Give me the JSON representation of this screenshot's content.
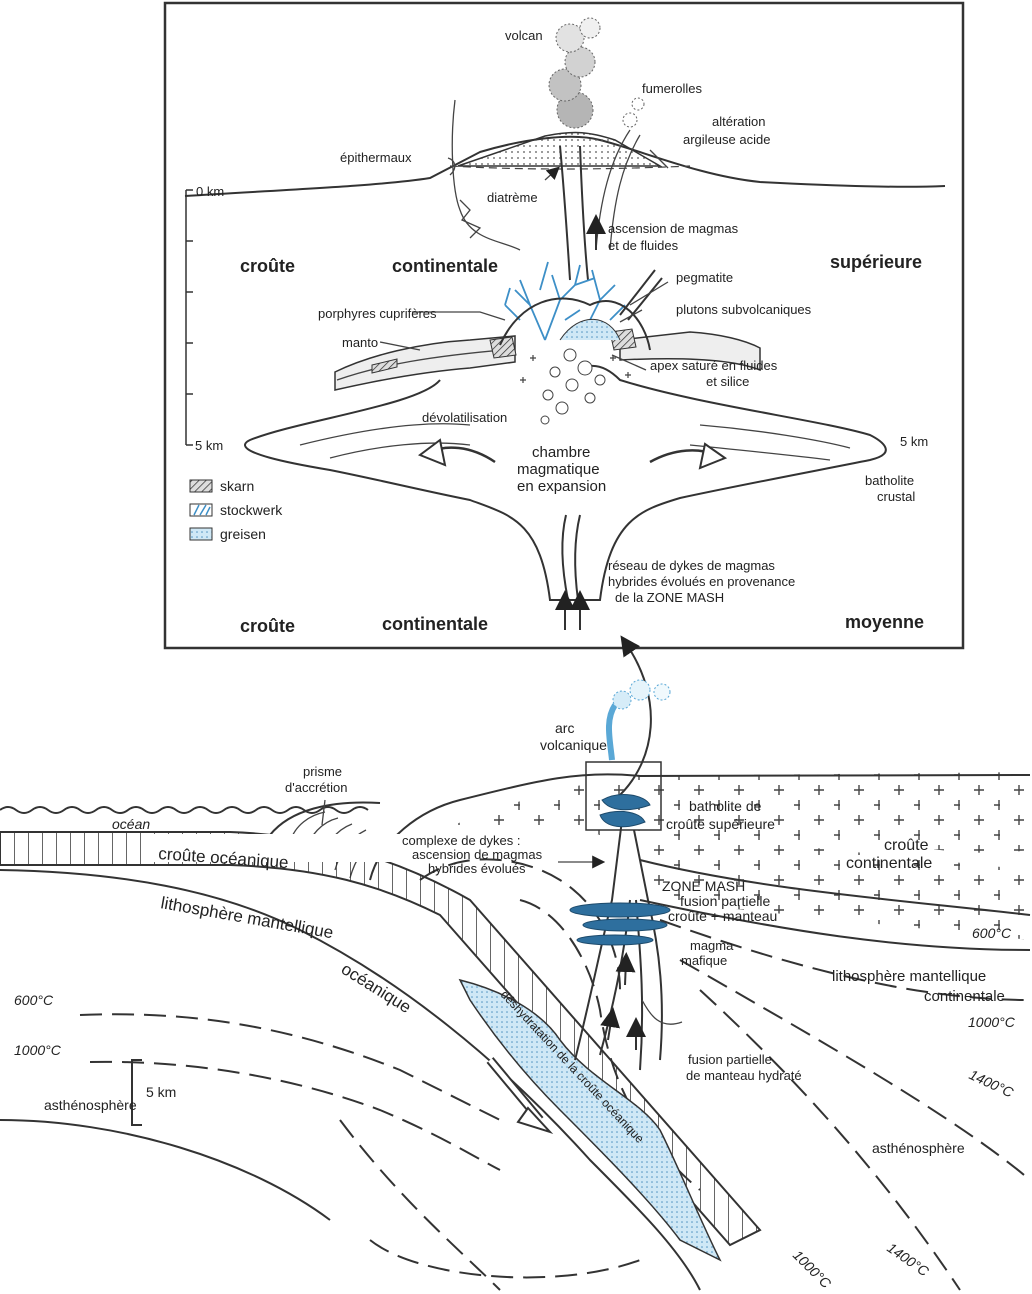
{
  "inset": {
    "labels": {
      "volcan": "volcan",
      "fumerolles": "fumerolles",
      "alteration1": "altération",
      "alteration2": "argileuse acide",
      "epithermaux": "épithermaux",
      "zero_km": "0 km",
      "diatreme": "diatrème",
      "ascension1": "ascension de magmas",
      "ascension2": "et de fluides",
      "croute": "croûte",
      "continentale": "continentale",
      "superieure": "supérieure",
      "pegmatite": "pegmatite",
      "porphyres": "porphyres cuprifères",
      "plutons": "plutons subvolcaniques",
      "manto": "manto",
      "apex1": "apex saturé en fluides",
      "apex2": "et silice",
      "devolatilisation": "dévolatilisation",
      "five_km_left": "5 km",
      "five_km_right": "5 km",
      "chambre1": "chambre",
      "chambre2": "magmatique",
      "chambre3": "en expansion",
      "batholite1": "batholite",
      "batholite2": "crustal",
      "reseau1": "réseau de dykes de magmas",
      "reseau2": "hybrides évolués en provenance",
      "reseau3": "de la ZONE MASH",
      "croute_b": "croûte",
      "continentale_b": "continentale",
      "moyenne": "moyenne"
    },
    "legend": [
      {
        "name": "skarn"
      },
      {
        "name": "stockwerk"
      },
      {
        "name": "greisen"
      }
    ]
  },
  "section": {
    "labels": {
      "arc1": "arc",
      "arc2": "volcanique",
      "prisme1": "prisme",
      "prisme2": "d'accrétion",
      "ocean": "océan",
      "croute_oceanique": "croûte océanique",
      "complexe1": "complexe de dykes :",
      "complexe2": "ascension de magmas",
      "complexe3": "hybrides évolués",
      "batholite1": "batholite de",
      "batholite2": "croûte supérieure",
      "croute_cont1": "croûte",
      "croute_cont2": "continentale",
      "zone_mash1": "ZONE MASH",
      "zone_mash2": "fusion partielle",
      "zone_mash3": "croûte + manteau",
      "litho_ocean1": "lithosphère mantellique",
      "litho_ocean2": "océanique",
      "t600_left": "600°C",
      "t600_right": "600°C",
      "magma1": "magma",
      "magma2": "mafique",
      "litho_cont1": "lithosphère mantellique",
      "litho_cont2": "continentale",
      "t1000_left": "1000°C",
      "t1000_right": "1000°C",
      "deshydratation": "déshydratation de la croûte océanique",
      "fusion1": "fusion partielle",
      "fusion2": "de manteau hydraté",
      "astheno_left": "asthénosphère",
      "astheno_right": "asthénosphère",
      "t1400_right": "1400°C",
      "scale": "5 km",
      "t1000_bottom": "1000°C",
      "t1400_bottom": "1400°C"
    }
  },
  "colors": {
    "accent_blue": "#2e6f9e",
    "light_blue": "#bfe0f2",
    "grey": "#b5b5b5"
  }
}
